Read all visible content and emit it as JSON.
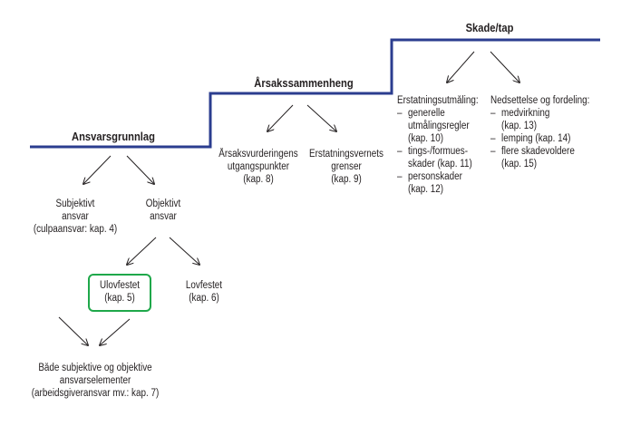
{
  "headers": {
    "ansvarsgrunnlag": "Ansvarsgrunnlag",
    "arsakssammenheng": "Årsakssammenheng",
    "skade": "Skade/tap"
  },
  "nodes": {
    "subjektivt": [
      "Subjektivt",
      "ansvar",
      "(culpaansvar: kap. 4)"
    ],
    "objektivt": [
      "Objektivt",
      "ansvar"
    ],
    "ulovfestet": [
      "Ulovfestet",
      "(kap. 5)"
    ],
    "lovfestet": [
      "Lovfestet",
      "(kap. 6)"
    ],
    "bade": [
      "Både subjektive og objektive",
      "ansvarselementer",
      "(arbeidsgiveransvar mv.: kap. 7)"
    ],
    "arsaksvurdering": [
      "Årsaksvurderingens",
      "utgangspunkter",
      "(kap. 8)"
    ],
    "erstatningsvern": [
      "Erstatningsvernets",
      "grenser",
      "(kap. 9)"
    ]
  },
  "utmaling": {
    "title": "Erstatningsutmåling:",
    "items": [
      [
        "generelle",
        "utmålingsregler",
        "(kap. 10)"
      ],
      [
        "tings-/formues-",
        "skader (kap. 11)"
      ],
      [
        "personskader",
        "(kap. 12)"
      ]
    ]
  },
  "nedsettelse": {
    "title": "Nedsettelse og fordeling:",
    "items": [
      [
        "medvirkning",
        "(kap. 13)"
      ],
      [
        "lemping (kap. 14)"
      ],
      [
        "flere skadevoldere",
        "(kap. 15)"
      ]
    ]
  },
  "colors": {
    "step_line": "#2b3d8f",
    "arrow": "#231f20",
    "highlight_border": "#1fa84a"
  }
}
